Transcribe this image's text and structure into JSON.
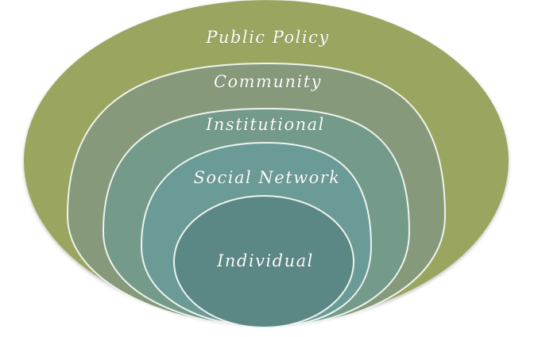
{
  "diagram": {
    "layers": [
      {
        "label": "Public Policy",
        "fill": "#9aa65e"
      },
      {
        "label": "Community",
        "fill": "#86997a"
      },
      {
        "label": "Institutional",
        "fill": "#749a8a"
      },
      {
        "label": "Social Network",
        "fill": "#6b9b96"
      },
      {
        "label": "Individual",
        "fill": "#5b8784"
      }
    ],
    "ring_outline_color": "#eef3ef"
  }
}
